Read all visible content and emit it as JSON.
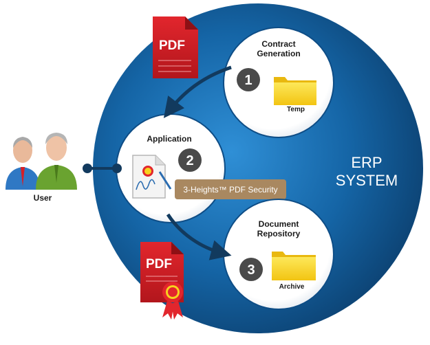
{
  "erp": {
    "line1": "ERP",
    "line2": "SYSTEM"
  },
  "contract": {
    "title_line1": "Contract",
    "title_line2": "Generation",
    "step": "1",
    "folder_label": "Temp"
  },
  "application": {
    "title": "Application",
    "step": "2",
    "product": "3-Heights™ PDF Security"
  },
  "repository": {
    "title_line1": "Document",
    "title_line2": "Repository",
    "step": "3",
    "folder_label": "Archive"
  },
  "user": {
    "label": "User"
  },
  "pdf_top": {
    "label": "PDF"
  },
  "pdf_bottom": {
    "label": "PDF"
  },
  "colors": {
    "erp_blue": "#1565a6",
    "erp_dark": "#0b3d6b",
    "pdf_red": "#d71f26",
    "folder": "#f7d21e",
    "step_gray": "#4a4a4a",
    "product_bg": "#a98860"
  }
}
